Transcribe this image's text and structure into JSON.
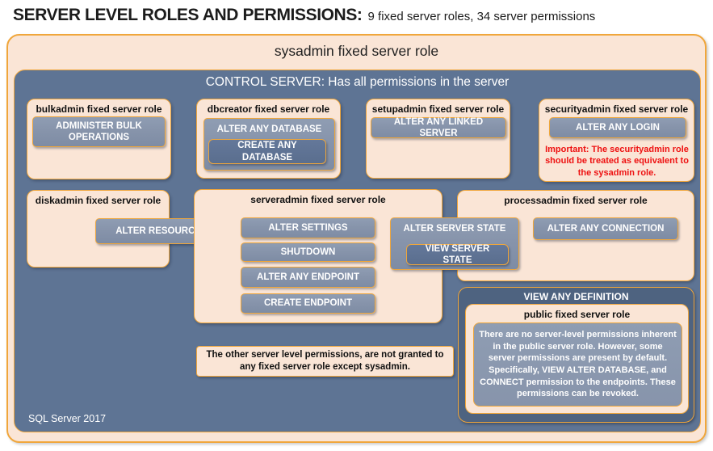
{
  "header": {
    "title": "SERVER LEVEL ROLES AND PERMISSIONS:",
    "subtitle": "9 fixed server roles, 34 server permissions"
  },
  "sysadmin": {
    "label": "sysadmin fixed server role"
  },
  "control_server": {
    "label": "CONTROL SERVER: Has all permissions in the server"
  },
  "roles": {
    "bulkadmin": {
      "header": "bulkadmin fixed server role",
      "perm": "ADMINISTER BULK OPERATIONS"
    },
    "dbcreator": {
      "header": "dbcreator fixed server role",
      "outer_perm": "ALTER ANY DATABASE",
      "inner_perm": "CREATE ANY DATABASE"
    },
    "setupadmin": {
      "header": "setupadmin fixed server role",
      "perm": "ALTER ANY LINKED SERVER"
    },
    "securityadmin": {
      "header": "securityadmin fixed server role",
      "perm": "ALTER ANY LOGIN",
      "warning": "Important: The securityadmin role should be treated as equivalent to the sysadmin role."
    },
    "diskadmin": {
      "header": "diskadmin fixed server role",
      "perm": "ALTER RESOURCES"
    },
    "serveradmin": {
      "header": "serveradmin fixed server role",
      "perms": [
        "ALTER SETTINGS",
        "SHUTDOWN",
        "ALTER ANY ENDPOINT",
        "CREATE ENDPOINT"
      ],
      "outer_perm": "ALTER SERVER STATE",
      "inner_perm": "VIEW SERVER STATE"
    },
    "processadmin": {
      "header": "processadmin fixed server role",
      "perm": "ALTER ANY CONNECTION"
    },
    "public": {
      "container_perm": "VIEW ANY DEFINITION",
      "header": "public fixed server role",
      "body": "There are no server-level permissions inherent in the public server role. However, some server permissions are present by default. Specifically, VIEW ALTER DATABASE, and CONNECT permission to the endpoints. These permissions can be revoked."
    }
  },
  "note": {
    "text": "The other server level permissions, are not granted to any fixed server role except sysadmin."
  },
  "footer": {
    "label": "SQL Server 2017"
  },
  "colors": {
    "peach": "#FAE5D6",
    "gold_border": "#F0A63B",
    "slate_blue": "#5E7494",
    "slate_dark": "#4E6380",
    "perm_gray": "#8794AB",
    "nested_dark": "#5A6E8E",
    "warning_red": "#EE1111"
  }
}
